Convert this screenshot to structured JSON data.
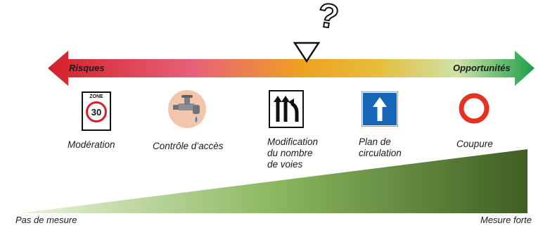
{
  "arrow": {
    "left_label": "Risques",
    "right_label": "Opportunités",
    "colors": [
      "#d3202a",
      "#e8617a",
      "#f0a020",
      "#e6be3a",
      "#cfe3a8",
      "#1e9e4a"
    ]
  },
  "marker": {
    "question_icon": "question-mark-icon",
    "pointer_icon": "triangle-down-icon"
  },
  "measures": [
    {
      "label": "Modération",
      "icon": "zone-30-sign-icon"
    },
    {
      "label": "Contrôle d’accès",
      "icon": "water-tap-icon"
    },
    {
      "label_lines": [
        "Modification",
        "du nombre",
        "de voies"
      ],
      "icon": "lane-reduction-sign-icon"
    },
    {
      "label_lines": [
        "Plan de",
        "circulation"
      ],
      "icon": "one-way-sign-icon"
    },
    {
      "label": "Coupure",
      "icon": "no-entry-circle-icon"
    }
  ],
  "zone_sign": {
    "top": "ZONE",
    "speed": "30"
  },
  "scale": {
    "left_label": "Pas de mesure",
    "right_label": "Mesure forte",
    "colors": [
      "#eaf3d8",
      "#8bb860",
      "#3f5f22"
    ]
  }
}
